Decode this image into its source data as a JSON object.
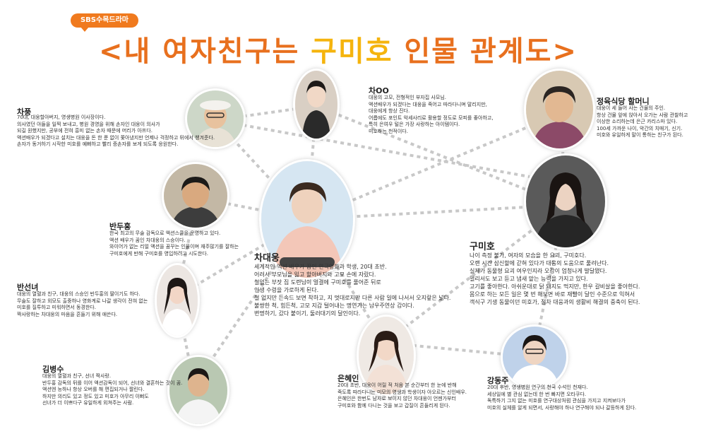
{
  "header": {
    "badge": "SBS수목드라마",
    "title_open": "<내 여자친구는 ",
    "title_highlight": "구미호",
    "title_mid": " 인물 관계도",
    "title_close": ">",
    "accent_color": "#e8701e",
    "highlight_color": "#f5b40d"
  },
  "characters": {
    "chapung": {
      "name": "차풍",
      "lines": [
        "70대, 대웅할아버지, 영생병원 이사장이다.",
        "의사였던 아들을 일찍 보내고, 병원 경영을 위해 손자인 대웅이 의사가",
        "되길 원했지만, 공부에 전혀 흥미 없는 손자 때문에 머리가 아프다.",
        "액션배우가 되겠다고 설치는 대웅을 돈 한 푼 없이 쫓아냈지만 언제나 걱정하고 뒤에서 챙겨준다.",
        "손자가 동거하기 시작한 미호를 예뻐하고 빨리 증손자를 보게 되도록 응원한다."
      ]
    },
    "chaoo": {
      "name": "차OO",
      "lines": [
        "대웅의 고모, 전형적인 부자집 사모님.",
        "액션배우가 되겠다는 대웅을 죽어고 따라다니며 말리지만,",
        "대웅에게 항상 진다.",
        "어릅에도 포인트 악세사리로 활용할 정도로 모피를 좋아하고,",
        "특히 은여우 털은 가장 사랑하는 아이템이다.",
        "미호하는 천적이다."
      ]
    },
    "grandma": {
      "name": "정육식당 할머니",
      "lines": [
        "대웅이 세 들어 사는 건물의 주인.",
        "항상 건물 앞에 앉아서 오가는 사람 관찰하고",
        "이상한 소리하는데 은근 카리스마 있다.",
        "100세 가까운 나이, 악간의 치매기, 신기.",
        "미호와 유일하게 말이 통하는 친구가 된다."
      ]
    },
    "bandoohong": {
      "name": "반두홍",
      "lines": [
        "한국 최고의 무술 감독으로 액션스쿨을 운영하고 있다.",
        "액션 배우가 꿈인 차대웅의 스승이다.",
        "와이어가 없는 리얼 액션을 꿈꾸는 인물이며 재주많기를 잘하는",
        "구미호에게 반해 구미호를 영입하려고 시도한다."
      ]
    },
    "chadaewoong": {
      "name": "차대웅",
      "lines": [
        "세계적인 액션 배우가 꿈인 연극영화과 학생, 20대 초반.",
        "어려서 부모님을 잃고 할아버지와 고모 손에 자랐다.",
        "철없는 부잣 집 도련님이 얼결에 구미호를 풀어준 뒤로",
        "인생 수렁을 가로하게 된다.",
        "철 없지만 든속드 보면 착하고, 지 멋대로지만 다른 사람 일에 나서서 오지랖은 넓다.",
        "불쌍한 척, 힘든척, 고모 지갑 털어내는 명연기는 남우주연상 감이다.",
        "변명하기, 갔다 붙이기, 둘러대기의 달인이다."
      ]
    },
    "gumiho": {
      "name": "구미호",
      "lines": [
        "나이 측정 불가, 여자의 모습을 한 요괴, 구미호다.",
        "오랜 시간 삼신할에 갇혀 있다가 대웅의 도움으로 풀려난다.",
        "실제가 동물형 요괴 여우인지라 오감이 엄청나게 발달됐다.",
        "멀리서도 보고 듣고 냄새 맡는 능력을 가지고 있다.",
        "고기를 좋아한다. 아쉬운대로 닭 돼지도 먹지만, 한우 갈비살을 좋아한다.",
        "몸으로 하는 모든 일은 몇 번 해보면 바로 재빨이 달인 수준으로 익혀서",
        "객식구 기생 동물이던 미호가, 점차 대웅과의 생활비 해결의 중축이 된다."
      ]
    },
    "bansunnyeo": {
      "name": "반선녀",
      "lines": [
        "대웅의 열혈과 친구, 대웅의 스승인 반두홍의 딸이기도 하다.",
        "무술도 잘하고 외모도 출중하나 영화계로 나갈 생각이 전혀 없는",
        "미호를 질투하고 미워하면서 동경한다.",
        "짝사랑하는 차대웅의 마음을 흔들기 위해 애쓴다."
      ]
    },
    "kimbyungsu": {
      "name": "김병수",
      "lines": [
        "대웅의 열혈과 친구, 선녀 짝사랑.",
        "반두홍 감독의 뒤를 이어 액션감독이 되어, 선녀와 결혼하는 것이 꿈.",
        "액션엔 능하나 항상 오버를 해 편집되거나 짤린다.",
        "하지만 의리도 있고 정도 있고 미호가 아무리 이뻐도",
        "선녀가 더 이쁘다구 유일하게 외쳐주는 사람."
      ]
    },
    "eunhyein": {
      "name": "은혜인",
      "lines": [
        "20대 초반, 대웅이 어릴 적 처음 본 순간부터 한 눈에 반해",
        "죽도록 따라다니는 미모의 영생과 학생이자 아오르는 신인배우.",
        "은혜인은 한번도 남자로 보이지 않던 차대웅이 언젠가부터",
        "구미호와 함께 다니는 것을 보고 갑질이 흔들리게 된다."
      ]
    },
    "kangdongju": {
      "name": "강동주",
      "lines": [
        "20대 후반, 영생병원 연구의 천국 수석인 천재다.",
        "세상일에 별 관심 없는데 한 번 빠지면 오타쿠다.",
        "독특하기 그지 없는 미호를 연구대상처럼 관심을 가지고 지켜보다가",
        "미호의 실체를 알게 되면서, 사랑해야 하나 연구해야 되나 갈등하게 된다."
      ]
    }
  }
}
